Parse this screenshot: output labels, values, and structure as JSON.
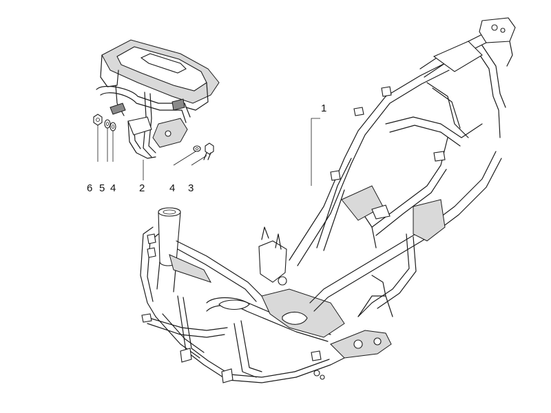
{
  "callouts": [
    {
      "id": "c1",
      "label": "1"
    },
    {
      "id": "c2",
      "label": "2"
    },
    {
      "id": "c3",
      "label": "3"
    },
    {
      "id": "c4a",
      "label": "4"
    },
    {
      "id": "c4b",
      "label": "4"
    },
    {
      "id": "c5",
      "label": "5"
    },
    {
      "id": "c6",
      "label": "6"
    }
  ]
}
